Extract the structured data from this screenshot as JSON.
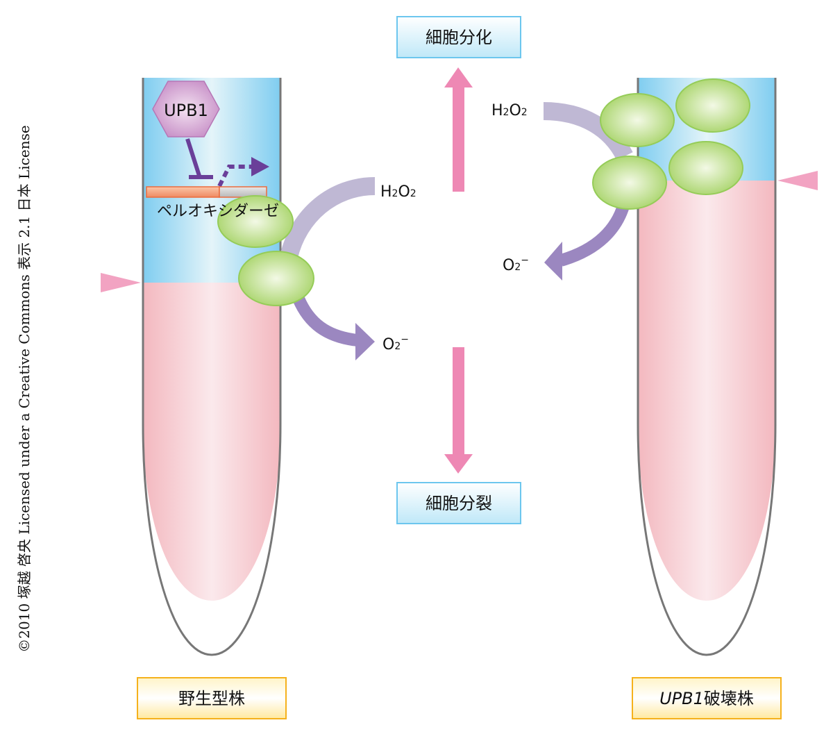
{
  "copyright": "©2010 塚越 啓央 Licensed under a Creative Commons 表示 2.1 日本 License",
  "labels": {
    "differentiation": "細胞分化",
    "division": "細胞分裂",
    "wild_type": "野生型株",
    "mutant_gene": "UPB1",
    "mutant_suffix": "破壊株",
    "upb1": "UPB1",
    "peroxidase": "ペルオキシダーゼ",
    "h2o2_left": {
      "main1": "H",
      "sub1": "2",
      "main2": "O",
      "sub2": "2"
    },
    "o2_left": {
      "main": "O",
      "sub": "2",
      "sup": "−"
    },
    "h2o2_right": {
      "main1": "H",
      "sub1": "2",
      "main2": "O",
      "sub2": "2"
    },
    "o2_right": {
      "main": "O",
      "sub": "2",
      "sup": "−"
    }
  },
  "colors": {
    "blue_zone": "#8fd3f2",
    "pink_zone": "#f4bcc3",
    "cell": "#b5dc7e",
    "arrow_pink": "#ee88b4",
    "arrow_purple": "#9b87c0",
    "arrow_lavender": "#bfb8d4",
    "hexagon": "#c98fc8"
  }
}
